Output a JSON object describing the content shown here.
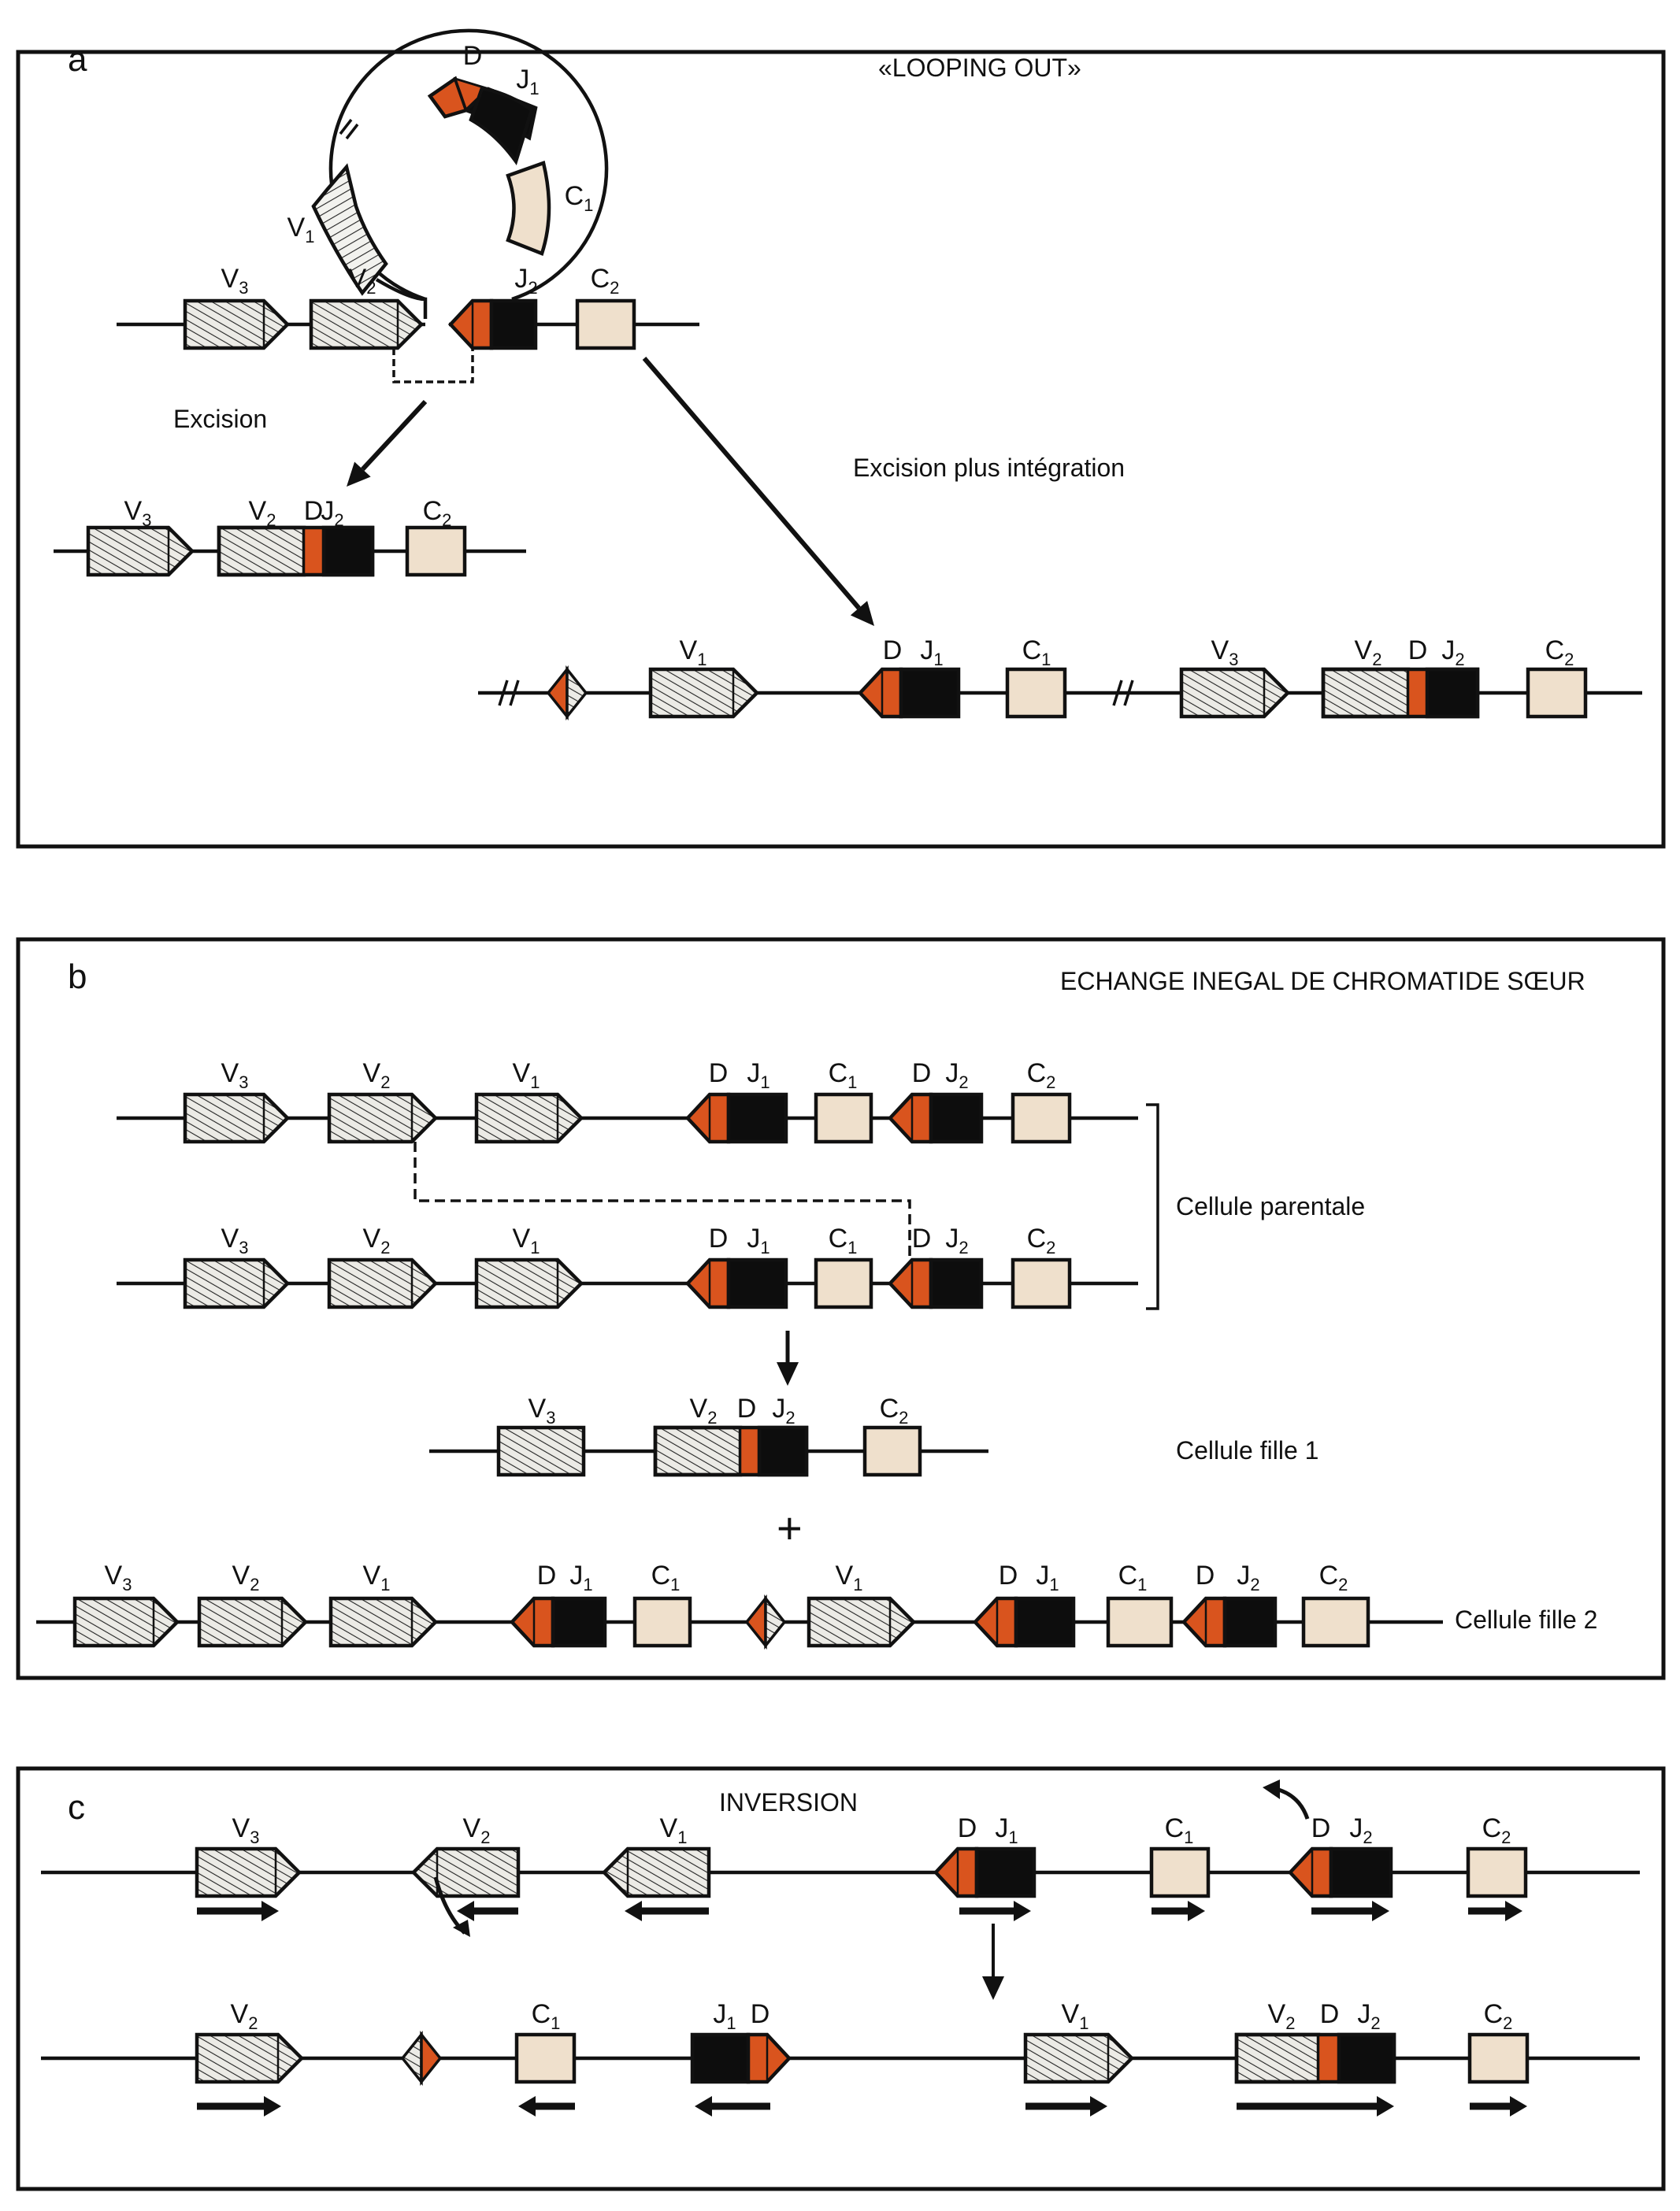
{
  "colors": {
    "ink": "#111111",
    "d_segment": "#d9541e",
    "j_segment": "#0d0d0d",
    "c_segment": "#efe0cc",
    "v_segment": "#e8e8e4"
  },
  "panels": [
    {
      "id": "a",
      "letter": "a",
      "title": "«LOOPING OUT»",
      "loop_labels": [
        {
          "text": "D",
          "sub": ""
        },
        {
          "text": "J",
          "sub": "1"
        },
        {
          "text": "C",
          "sub": "1"
        },
        {
          "text": "V",
          "sub": "1"
        }
      ],
      "captions": [
        "Excision",
        "Excision plus intégration"
      ],
      "rows": [
        {
          "name": "germline-row",
          "genes": [
            {
              "type": "V",
              "dir": "right",
              "label": "V",
              "sub": "3"
            },
            {
              "type": "V",
              "dir": "right",
              "label": "V",
              "sub": "2"
            },
            {
              "type": "DJ",
              "dir": "left",
              "label": "J",
              "sub": "2"
            },
            {
              "type": "C",
              "label": "C",
              "sub": "2"
            }
          ]
        },
        {
          "name": "excision-result-row",
          "genes": [
            {
              "type": "V",
              "dir": "right",
              "label": "V",
              "sub": "3"
            },
            {
              "type": "VDJ",
              "labels": [
                {
                  "text": "V",
                  "sub": "2"
                },
                {
                  "text": "D",
                  "sub": ""
                },
                {
                  "text": "J",
                  "sub": "2"
                }
              ]
            },
            {
              "type": "C",
              "label": "C",
              "sub": "2"
            }
          ]
        },
        {
          "name": "integration-result-row",
          "genes": [
            {
              "type": "hybrid",
              "label": "",
              "sub": ""
            },
            {
              "type": "V",
              "dir": "right",
              "label": "V",
              "sub": "1"
            },
            {
              "type": "DJ",
              "dir": "left",
              "labels": [
                {
                  "text": "D",
                  "sub": ""
                },
                {
                  "text": "J",
                  "sub": "1"
                }
              ]
            },
            {
              "type": "C",
              "label": "C",
              "sub": "1"
            },
            {
              "type": "V",
              "dir": "right",
              "label": "V",
              "sub": "3"
            },
            {
              "type": "VDJ",
              "labels": [
                {
                  "text": "V",
                  "sub": "2"
                },
                {
                  "text": "D",
                  "sub": ""
                },
                {
                  "text": "J",
                  "sub": "2"
                }
              ]
            },
            {
              "type": "C",
              "label": "C",
              "sub": "2"
            }
          ]
        }
      ]
    },
    {
      "id": "b",
      "letter": "b",
      "title": "ECHANGE INEGAL DE CHROMATIDE SŒUR",
      "captions": [
        "Cellule parentale",
        "Cellule fille 1",
        "+",
        "Cellule fille 2"
      ],
      "rows": [
        {
          "name": "parental-chromatid-1",
          "genes": [
            "V3",
            "V2",
            "V1",
            "D J1",
            "C1",
            "D J2",
            "C2"
          ]
        },
        {
          "name": "parental-chromatid-2",
          "genes": [
            "V3",
            "V2",
            "V1",
            "D J1",
            "C1",
            "D J2",
            "C2"
          ]
        },
        {
          "name": "daughter-cell-1",
          "genes": [
            "V3",
            "V2 D J2",
            "C2"
          ]
        },
        {
          "name": "daughter-cell-2",
          "genes": [
            "V3",
            "V2",
            "V1",
            "D J1",
            "C1",
            "hybrid",
            "V1",
            "D J1",
            "C1",
            "D J2",
            "C2"
          ]
        }
      ]
    },
    {
      "id": "c",
      "letter": "c",
      "title": "INVERSION",
      "rows": [
        {
          "name": "before-inversion",
          "genes": [
            "V3 →",
            "V2 ←",
            "V1 ←",
            "D J1 →",
            "C1 →",
            "D J2 →",
            "C2 →"
          ]
        },
        {
          "name": "after-inversion",
          "genes": [
            "V2 →",
            "hybrid",
            "C1 ←",
            "J1 D ←",
            "V1 →",
            "V2 D J2 →",
            "C2 →"
          ]
        }
      ]
    }
  ]
}
